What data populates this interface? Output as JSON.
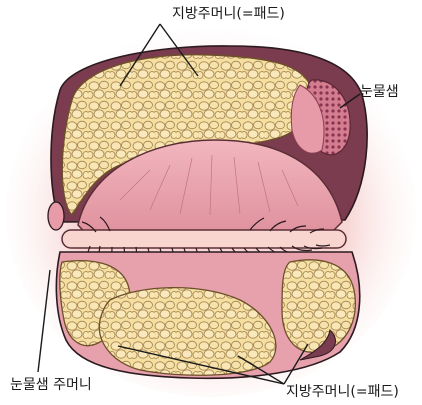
{
  "labels": {
    "fat_pad_top": "지방주머니(=패드)",
    "lacrimal_gland": "눈물샘",
    "lacrimal_sac": "눈물샘 주머니",
    "fat_pad_bottom": "지방주머니(=패드)"
  },
  "colors": {
    "fat": "#f4dea0",
    "fat_outline": "#8a6a3a",
    "orbit_tissue": "#7a3c4e",
    "eyelid_pink": "#e9a0ac",
    "gland_pink": "#d98596",
    "halo": "#f7d6d4"
  }
}
